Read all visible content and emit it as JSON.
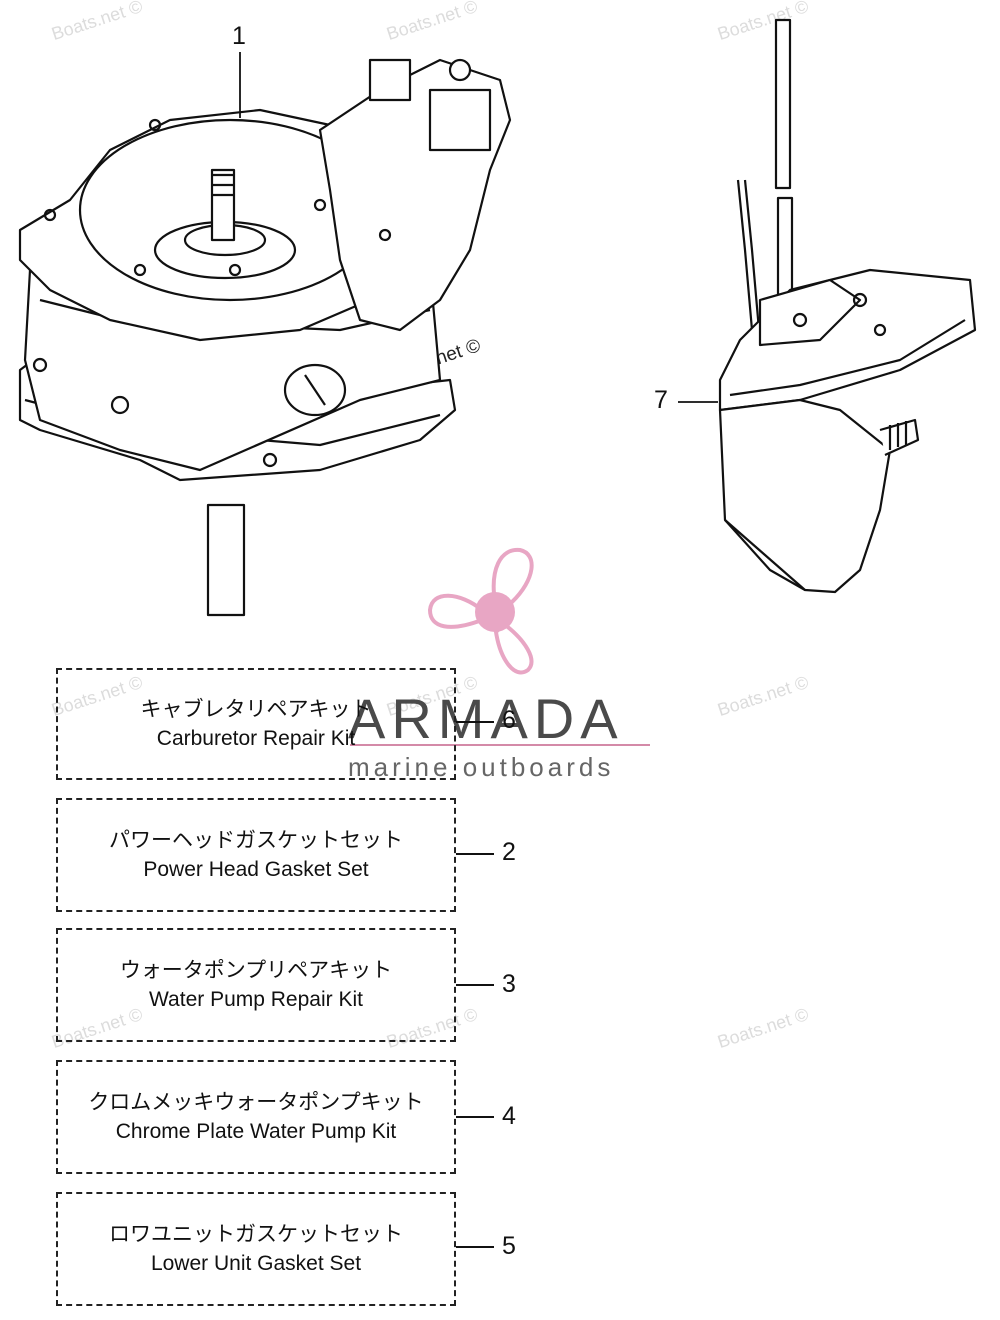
{
  "callouts": {
    "c1": "1",
    "c7": "7",
    "c6": "6",
    "c2": "2",
    "c3": "3",
    "c4": "4",
    "c5": "5"
  },
  "kits": [
    {
      "jp": "キャブレタリペアキット",
      "en": "Carburetor Repair Kit",
      "number": "6"
    },
    {
      "jp": "パワーヘッドガスケットセット",
      "en": "Power Head Gasket Set",
      "number": "2"
    },
    {
      "jp": "ウォータポンプリペアキット",
      "en": "Water Pump Repair Kit",
      "number": "3"
    },
    {
      "jp": "クロムメッキウォータポンプキット",
      "en": "Chrome Plate Water Pump Kit",
      "number": "4"
    },
    {
      "jp": "ロワユニットガスケットセット",
      "en": "Lower Unit Gasket Set",
      "number": "5"
    }
  ],
  "watermark": {
    "text": "Boats.net ©"
  },
  "brand": {
    "name": "ARMADA",
    "tagline": "marine outboards",
    "logo_color": "#e8a6c4"
  }
}
